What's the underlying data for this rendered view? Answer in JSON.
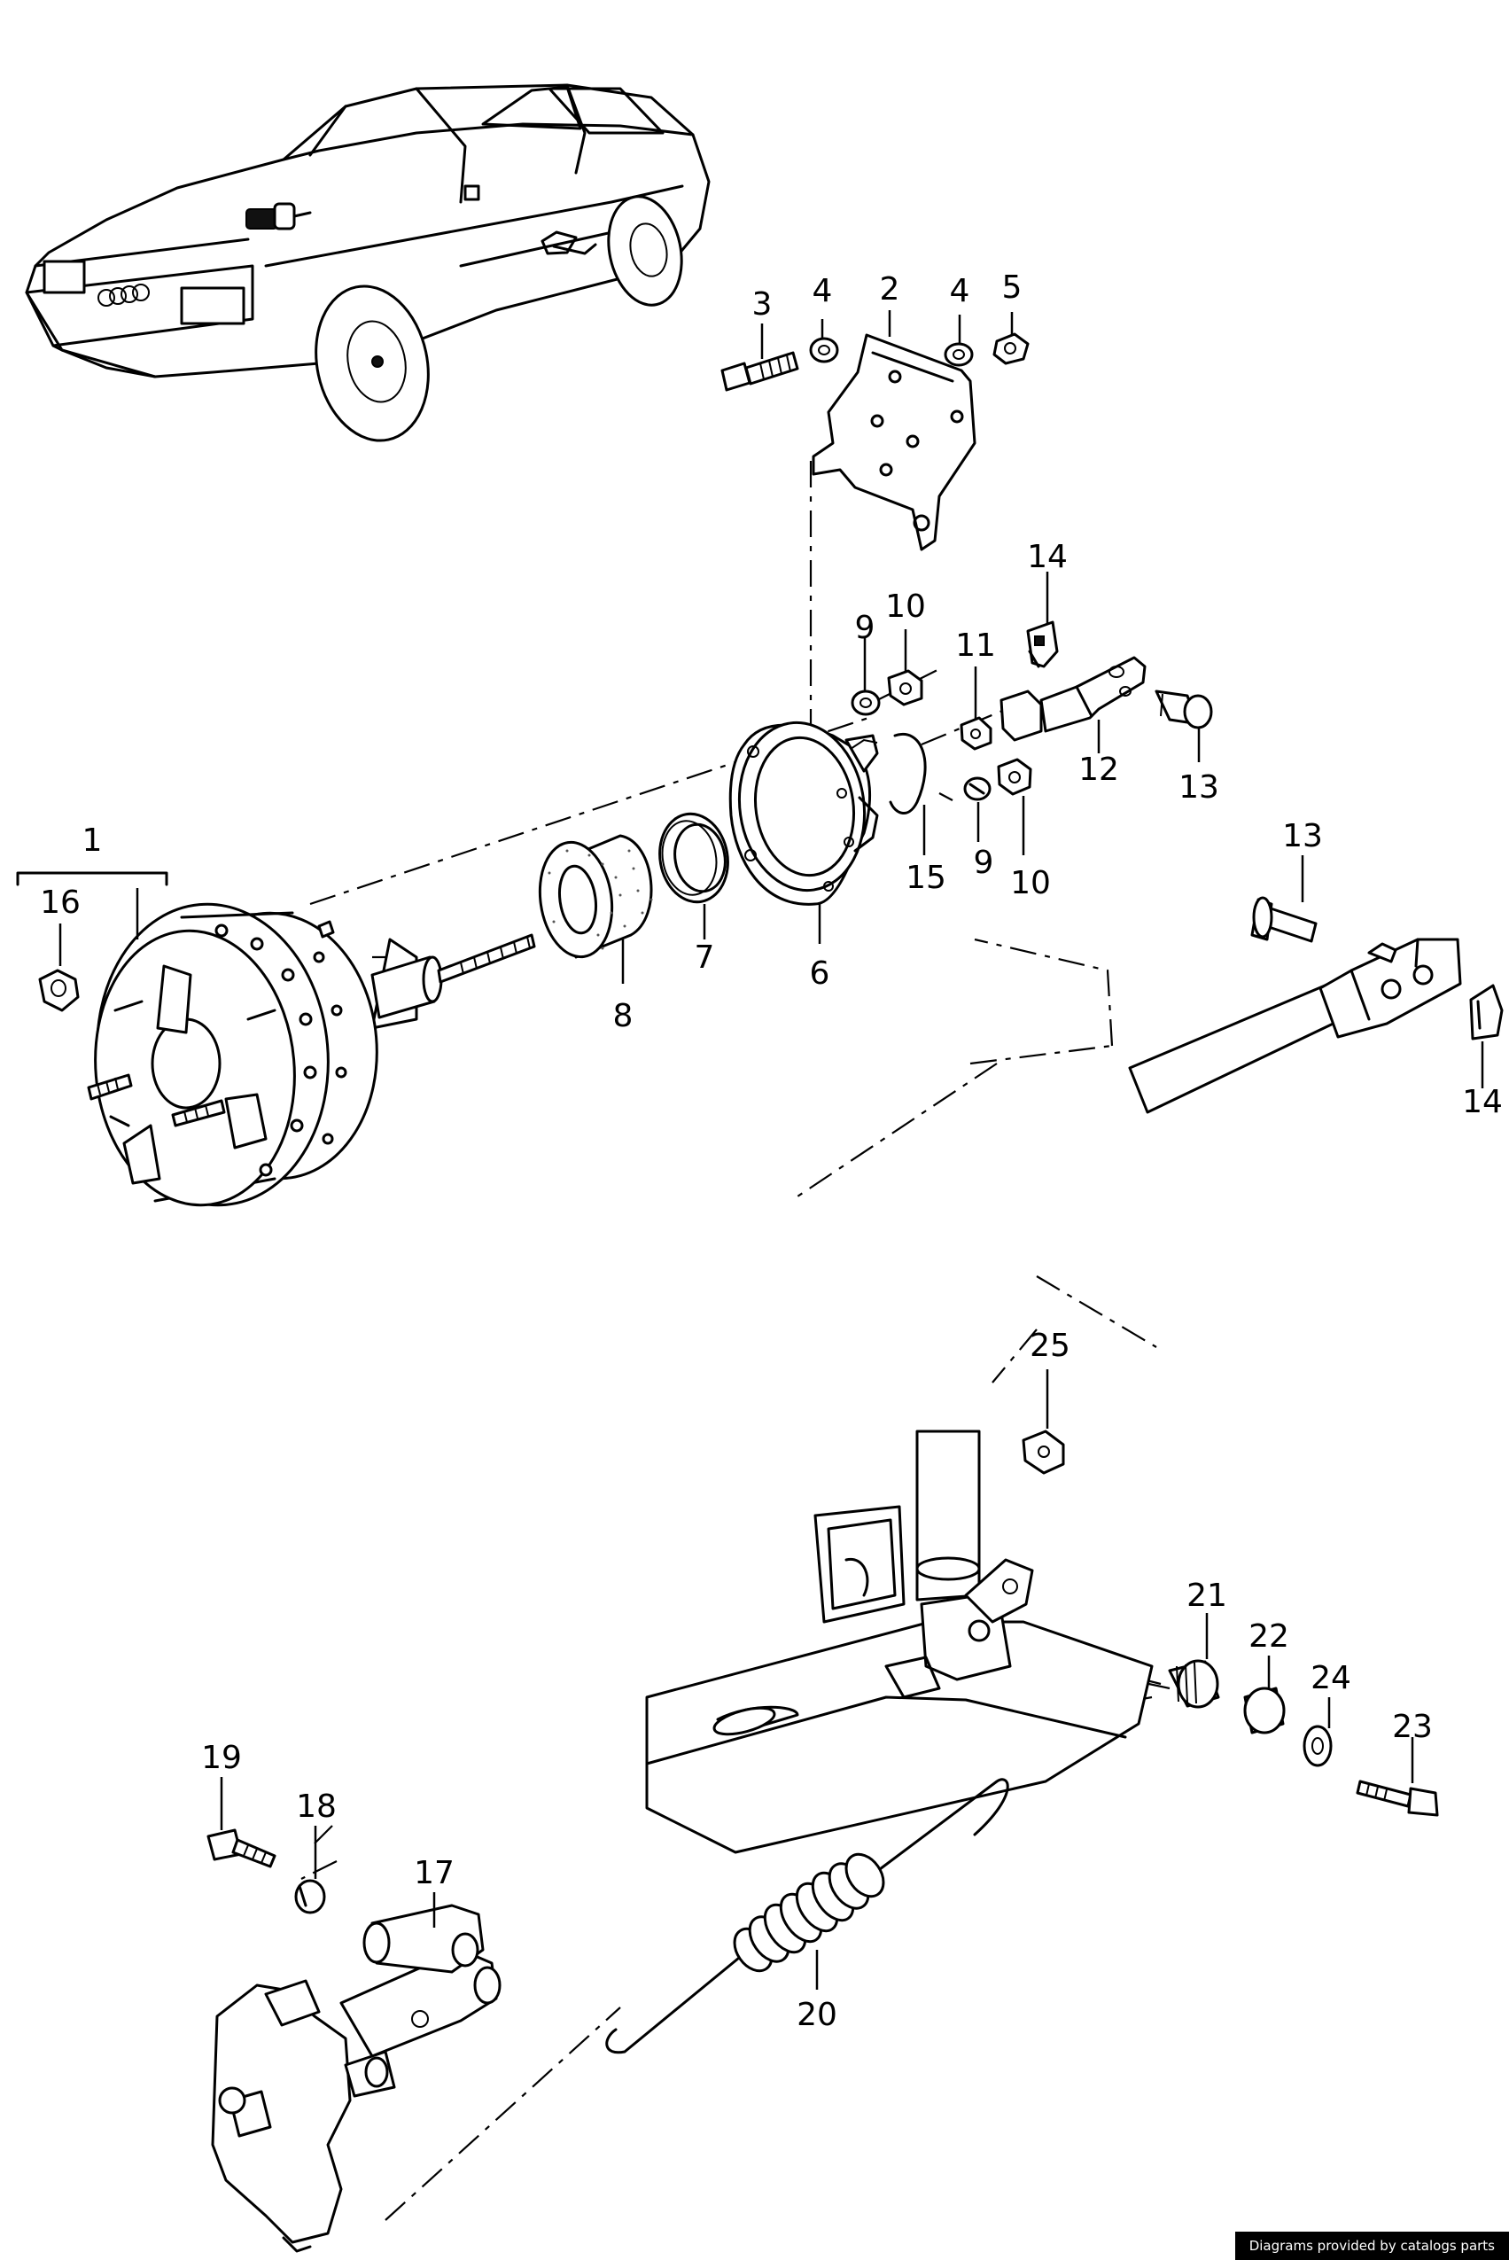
{
  "footer": {
    "credit": "Diagrams provided by catalogs parts"
  },
  "callouts": {
    "c1": "1",
    "c2": "2",
    "c3": "3",
    "c4a": "4",
    "c4b": "4",
    "c5": "5",
    "c6": "6",
    "c7": "7",
    "c8": "8",
    "c9a": "9",
    "c9b": "9",
    "c10a": "10",
    "c10b": "10",
    "c11": "11",
    "c12": "12",
    "c13a": "13",
    "c13b": "13",
    "c14a": "14",
    "c14b": "14",
    "c15": "15",
    "c16": "16",
    "c17": "17",
    "c18": "18",
    "c19": "19",
    "c20": "20",
    "c21": "21",
    "c22": "22",
    "c23": "23",
    "c24": "24",
    "c25": "25"
  }
}
